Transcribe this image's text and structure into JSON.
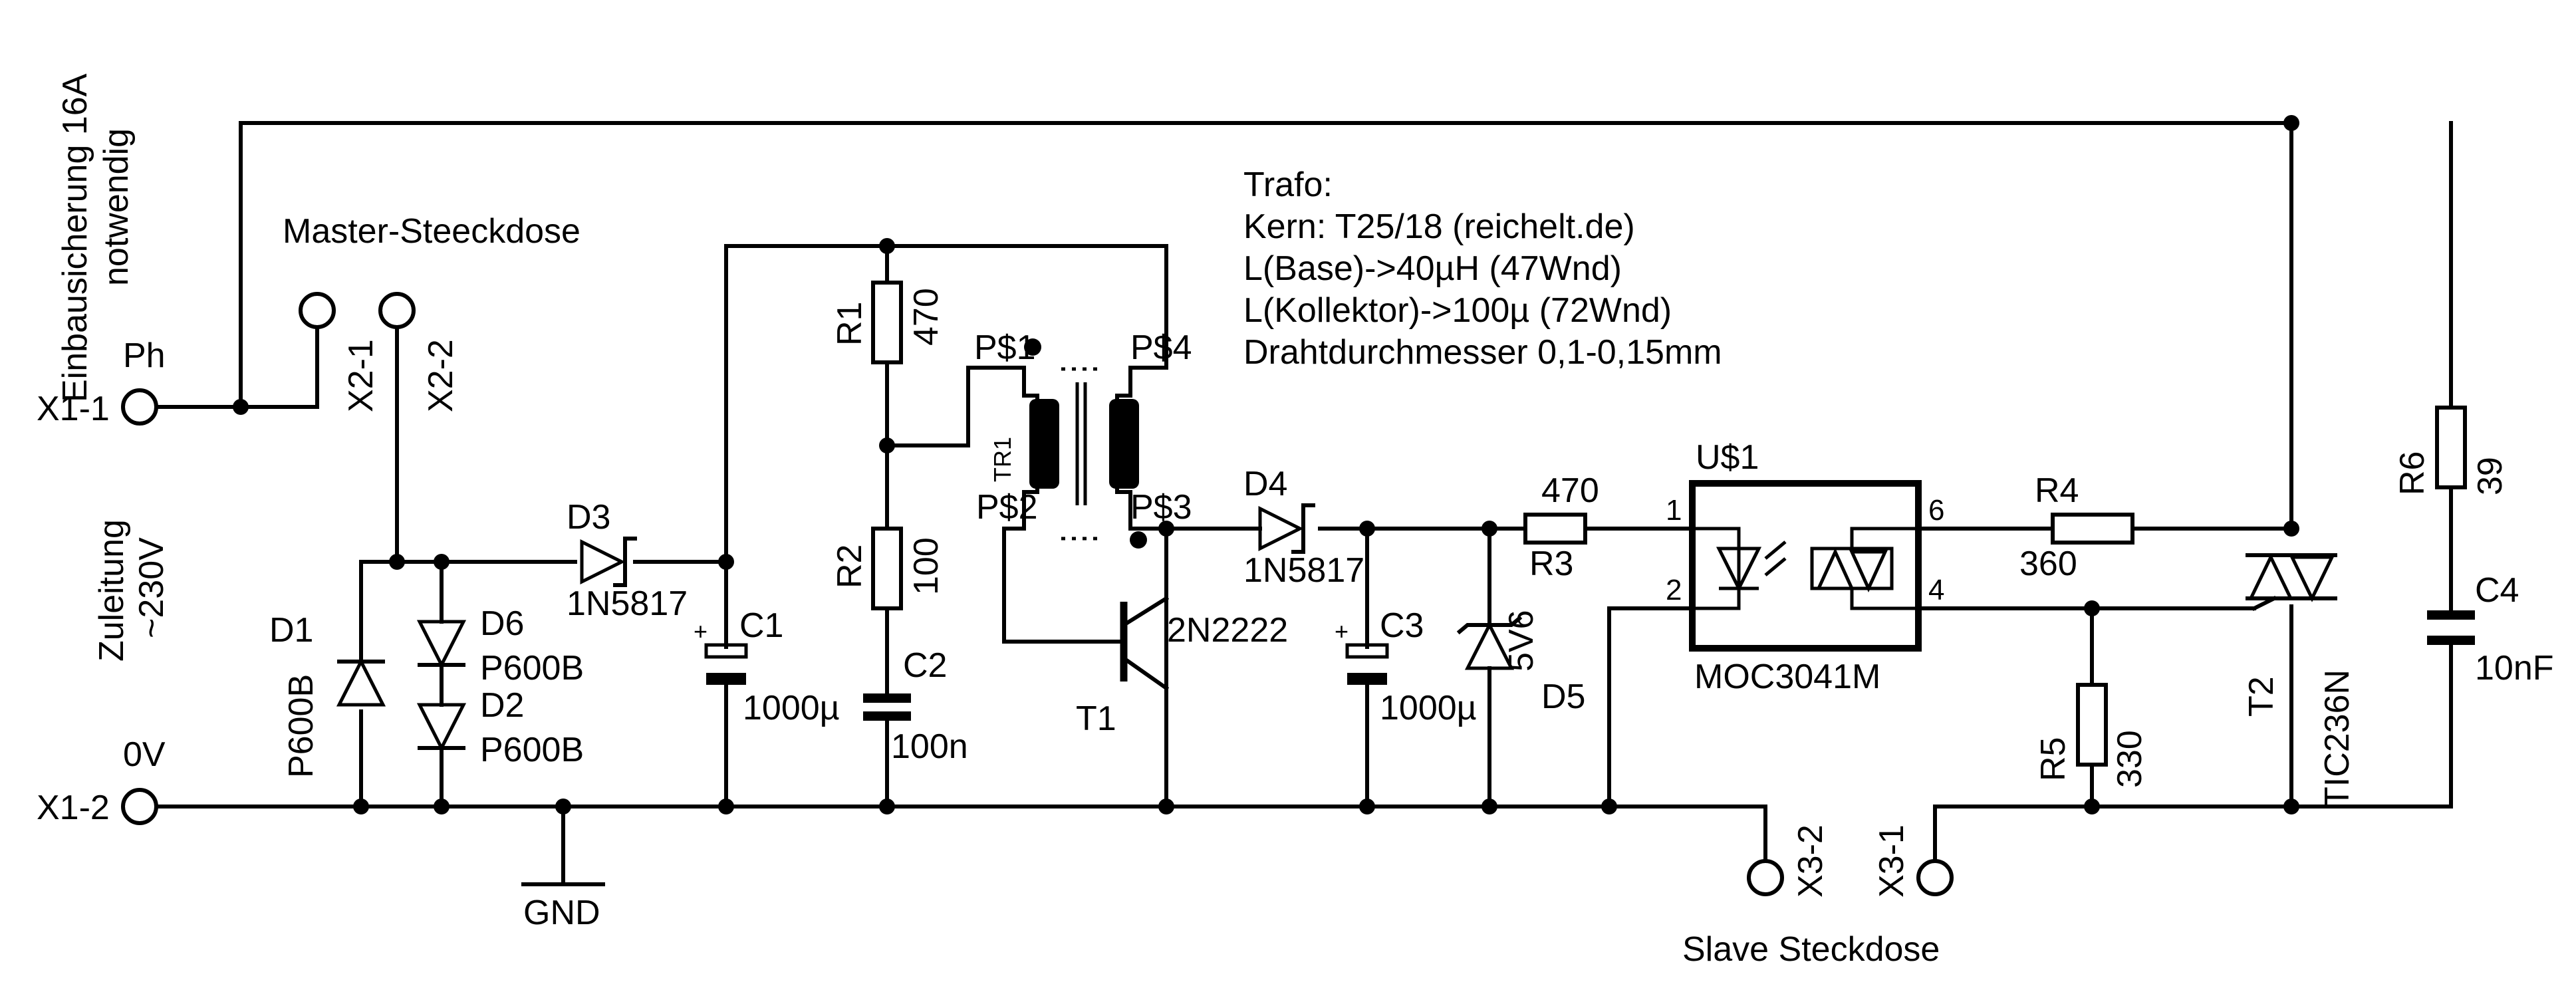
{
  "labels": {
    "fuse_note_line1": "Einbausicherung 16A",
    "fuse_note_line2": "notwendig",
    "master_socket": "Master-Steeckdose",
    "slave_socket": "Slave Steckdose",
    "supply_line1": "Zuleitung",
    "supply_line2": "~230V",
    "phase": "Ph",
    "zero_volt": "0V",
    "ground": "GND"
  },
  "transformer_note": {
    "line1": "Trafo:",
    "line2": "Kern: T25/18 (reichelt.de)",
    "line3": "L(Base)->40µH (47Wnd)",
    "line4": "L(Kollektor)->100µ (72Wnd)",
    "line5": "Drahtdurchmesser 0,1-0,15mm"
  },
  "terminals": {
    "x1_1": "X1-1",
    "x1_2": "X1-2",
    "x2_1": "X2-1",
    "x2_2": "X2-2",
    "x3_1": "X3-1",
    "x3_2": "X3-2"
  },
  "components": {
    "d1": {
      "name": "D1",
      "value": "P600B"
    },
    "d6": {
      "name": "D6",
      "value": "P600B"
    },
    "d2": {
      "name": "D2",
      "value": "P600B"
    },
    "d3": {
      "name": "D3",
      "value": "1N5817"
    },
    "d4": {
      "name": "D4",
      "value": "1N5817"
    },
    "d5": {
      "name": "D5",
      "value": "5V6"
    },
    "c1": {
      "name": "C1",
      "value": "1000µ"
    },
    "c2": {
      "name": "C2",
      "value": "100n"
    },
    "c3": {
      "name": "C3",
      "value": "1000µ"
    },
    "c4": {
      "name": "C4",
      "value": "10nF"
    },
    "r1": {
      "name": "R1",
      "value": "470"
    },
    "r2": {
      "name": "R2",
      "value": "100"
    },
    "r3": {
      "name": "R3",
      "value": "470"
    },
    "r4": {
      "name": "R4",
      "value": "360"
    },
    "r5": {
      "name": "R5",
      "value": "330"
    },
    "r6": {
      "name": "R6",
      "value": "39"
    },
    "t1": {
      "name": "T1",
      "value": "2N2222"
    },
    "t2": {
      "name": "T2",
      "value": "TIC236N"
    },
    "tr1": {
      "name": "TR1",
      "p1": "P$1",
      "p2": "P$2",
      "p3": "P$3",
      "p4": "P$4"
    },
    "u1": {
      "name": "U$1",
      "value": "MOC3041M",
      "pin1": "1",
      "pin2": "2",
      "pin4": "4",
      "pin6": "6"
    }
  }
}
